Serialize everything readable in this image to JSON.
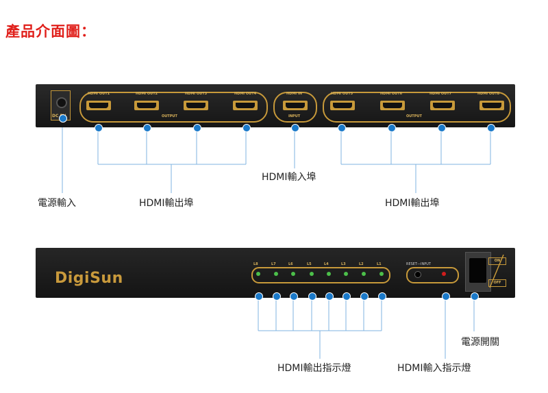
{
  "title": "產品介面圖：",
  "top_panel": {
    "power_label": "DC 5V",
    "out_ports_left": [
      "HDMI OUT1",
      "HDMI OUT2",
      "HDMI OUT3",
      "HDMI OUT4"
    ],
    "output_label_left": "OUTPUT",
    "in_port": "HDMI IN",
    "input_label": "INPUT",
    "out_ports_right": [
      "HDMI OUT5",
      "HDMI OUT6",
      "HDMI OUT7",
      "HDMI OUT8"
    ],
    "output_label_right": "OUTPUT"
  },
  "bottom_panel": {
    "logo": "DigiSun",
    "led_labels": [
      "L8",
      "L7",
      "L6",
      "L5",
      "L4",
      "L3",
      "L2",
      "L1"
    ],
    "reset_input_label": "RESET—INPUT",
    "switch_on": "ON",
    "switch_off": "OFF"
  },
  "callouts": {
    "hdmi_input_port": "HDMI輸入埠",
    "power_input": "電源輸入",
    "hdmi_output_port_left": "HDMI輸出埠",
    "hdmi_output_port_right": "HDMI輸出埠",
    "power_switch": "電源開關",
    "hdmi_output_indicator": "HDMI輸出指示燈",
    "hdmi_input_indicator": "HDMI輸入指示燈"
  },
  "colors": {
    "title": "#e0201b",
    "dot": "#1a79c9",
    "line": "#7fb3e0",
    "gold": "#c89a3a",
    "led_green": "#4cc04a",
    "led_red": "#d01d1d"
  }
}
